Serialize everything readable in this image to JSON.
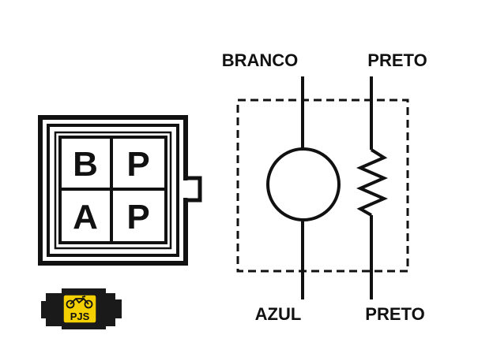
{
  "connector": {
    "pins": {
      "top_left": "B",
      "top_right": "P",
      "bottom_left": "A",
      "bottom_right": "P"
    }
  },
  "schematic": {
    "labels": {
      "top_left": "BRANCO",
      "top_right": "PRETO",
      "bottom_left": "AZUL",
      "bottom_right": "PRETO"
    },
    "components": {
      "left": "circle-element",
      "right": "resistor-element"
    }
  },
  "logo": {
    "text": "PJS",
    "icon": "motorcycle-icon",
    "colors": {
      "badge": "#f5d000",
      "body": "#1a1a1a"
    }
  },
  "colors": {
    "ink": "#111111",
    "background": "#ffffff"
  }
}
